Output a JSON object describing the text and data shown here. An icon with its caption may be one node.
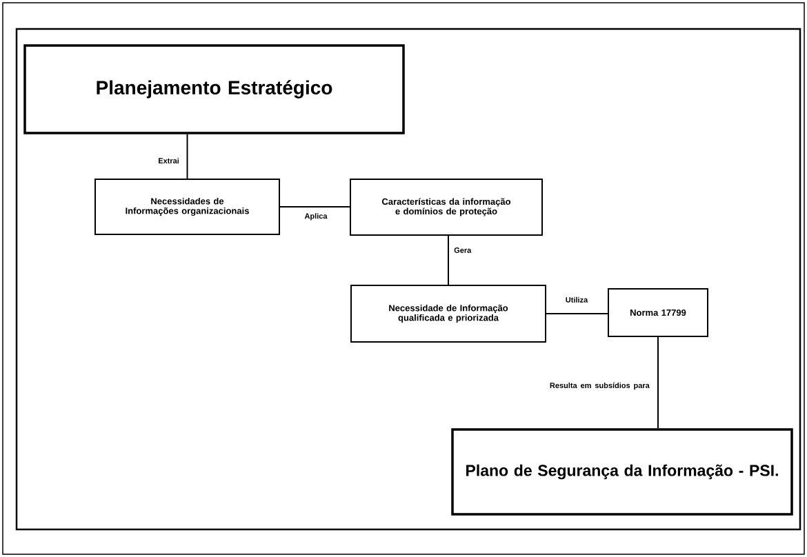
{
  "diagram": {
    "nodes": [
      {
        "text": [
          "Planejamento Estratégico"
        ]
      },
      {
        "text": [
          "Necessidades de Informações organizacionais"
        ]
      },
      {
        "text": [
          "Características da informação e domínios de proteção"
        ]
      },
      {
        "text": [
          "Necessidade de Informação qualificada e priorizada"
        ]
      },
      {
        "text": [
          "Norma 17799"
        ]
      },
      {
        "text": [
          "Plano de Segurança da Informação - PSI."
        ]
      }
    ],
    "edges": [
      {
        "from": 0,
        "to": 1,
        "arrow": "none",
        "label": "Extrai"
      },
      {
        "from": 1,
        "to": 2,
        "arrow": "none",
        "label": "Aplica"
      },
      {
        "from": 2,
        "to": 3,
        "arrow": "none",
        "label": "Gera"
      },
      {
        "from": 3,
        "to": 4,
        "arrow": "none",
        "label": "Utiliza"
      },
      {
        "from": 4,
        "to": 5,
        "arrow": "none",
        "label": "Resulta em subsídios para"
      }
    ]
  }
}
